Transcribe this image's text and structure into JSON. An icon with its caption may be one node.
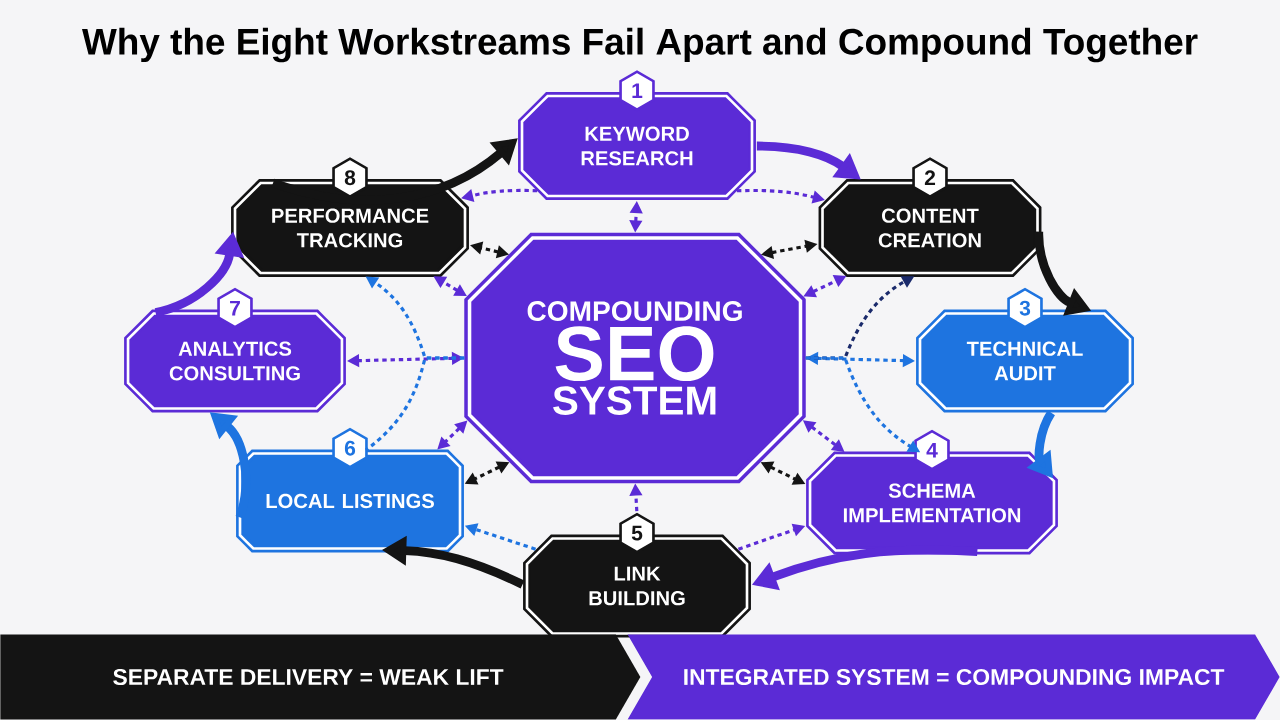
{
  "diagram": {
    "title": "Why the Eight Workstreams Fail Apart and Compound Together",
    "nodes": [
      {
        "text": [
          "COMPOUNDING",
          "SEO",
          "SYSTEM"
        ]
      },
      {
        "text": [
          "KEYWORD RESEARCH"
        ],
        "beside": [
          "1"
        ]
      },
      {
        "text": [
          "CONTENT CREATION"
        ],
        "beside": [
          "2"
        ]
      },
      {
        "text": [
          "TECHNICAL AUDIT"
        ],
        "beside": [
          "3"
        ]
      },
      {
        "text": [
          "SCHEMA IMPLEMENTATION"
        ],
        "beside": [
          "4"
        ]
      },
      {
        "text": [
          "LINK BUILDING"
        ],
        "beside": [
          "5"
        ]
      },
      {
        "text": [
          "LOCAL LISTINGS"
        ],
        "beside": [
          "6"
        ]
      },
      {
        "text": [
          "ANALYTICS CONSULTING"
        ],
        "beside": [
          "7"
        ]
      },
      {
        "text": [
          "PERFORMANCE TRACKING"
        ],
        "beside": [
          "8"
        ]
      },
      {
        "text": [
          "SEPARATE DELIVERY = WEAK LIFT"
        ]
      },
      {
        "text": [
          "INTEGRATED SYSTEM = COMPOUNDING IMPACT"
        ]
      }
    ],
    "edges": [
      {
        "from": 1,
        "to": 2,
        "arrow": "to",
        "style": "thick",
        "color": "#5b2bd6"
      },
      {
        "from": 2,
        "to": 3,
        "arrow": "to",
        "style": "thick",
        "color": "#141414"
      },
      {
        "from": 3,
        "to": 4,
        "arrow": "to",
        "style": "thick",
        "color": "#1e74e0"
      },
      {
        "from": 4,
        "to": 5,
        "arrow": "to",
        "style": "thick",
        "color": "#5b2bd6"
      },
      {
        "from": 5,
        "to": 6,
        "arrow": "to",
        "style": "thick",
        "color": "#141414"
      },
      {
        "from": 6,
        "to": 7,
        "arrow": "to",
        "style": "thick",
        "color": "#1e74e0"
      },
      {
        "from": 7,
        "to": 8,
        "arrow": "to",
        "style": "thick",
        "color": "#5b2bd6"
      },
      {
        "from": 8,
        "to": 1,
        "arrow": "to",
        "style": "thick",
        "color": "#141414"
      },
      {
        "from": 0,
        "to": 1,
        "arrow": "both",
        "style": "dashed",
        "color": "#5b2bd6"
      },
      {
        "from": 1,
        "to": 8,
        "arrow": "to",
        "style": "dashed",
        "color": "#5b2bd6"
      },
      {
        "from": 1,
        "to": 2,
        "arrow": "to",
        "style": "dashed",
        "color": "#5b2bd6"
      },
      {
        "from": 0,
        "to": 8,
        "arrow": "both",
        "style": "dashed",
        "color": "#141414"
      },
      {
        "from": 0,
        "to": 8,
        "arrow": "both",
        "style": "dashed",
        "color": "#5b2bd6"
      },
      {
        "from": 0,
        "to": 2,
        "arrow": "both",
        "style": "dashed",
        "color": "#141414"
      },
      {
        "from": 0,
        "to": 2,
        "arrow": "both",
        "style": "dashed",
        "color": "#5b2bd6"
      },
      {
        "from": 0,
        "to": 7,
        "arrow": "both",
        "style": "dashed",
        "color": "#5b2bd6"
      },
      {
        "from": 0,
        "to": 3,
        "arrow": "both",
        "style": "dashed",
        "color": "#1e74e0"
      },
      {
        "from": 0,
        "to": 2,
        "arrow": "to",
        "style": "dashed",
        "color": "#1a2a6b"
      },
      {
        "from": 0,
        "to": 4,
        "arrow": "to",
        "style": "dashed",
        "color": "#1e74e0"
      },
      {
        "from": 0,
        "to": 8,
        "arrow": "to",
        "style": "dashed",
        "color": "#1e74e0"
      },
      {
        "from": 0,
        "to": 6,
        "arrow": "none",
        "style": "dashed",
        "color": "#1e74e0"
      },
      {
        "from": 0,
        "to": 6,
        "arrow": "both",
        "style": "dashed",
        "color": "#5b2bd6"
      },
      {
        "from": 0,
        "to": 6,
        "arrow": "both",
        "style": "dashed",
        "color": "#141414"
      },
      {
        "from": 5,
        "to": 6,
        "arrow": "to",
        "style": "dashed",
        "color": "#1e74e0"
      },
      {
        "from": 0,
        "to": 4,
        "arrow": "both",
        "style": "dashed",
        "color": "#5b2bd6"
      },
      {
        "from": 0,
        "to": 4,
        "arrow": "both",
        "style": "dashed",
        "color": "#141414"
      },
      {
        "from": 5,
        "to": 4,
        "arrow": "to",
        "style": "dashed",
        "color": "#5b2bd6"
      },
      {
        "from": 5,
        "to": 0,
        "arrow": "to",
        "style": "dashed",
        "color": "#5b2bd6"
      }
    ]
  }
}
